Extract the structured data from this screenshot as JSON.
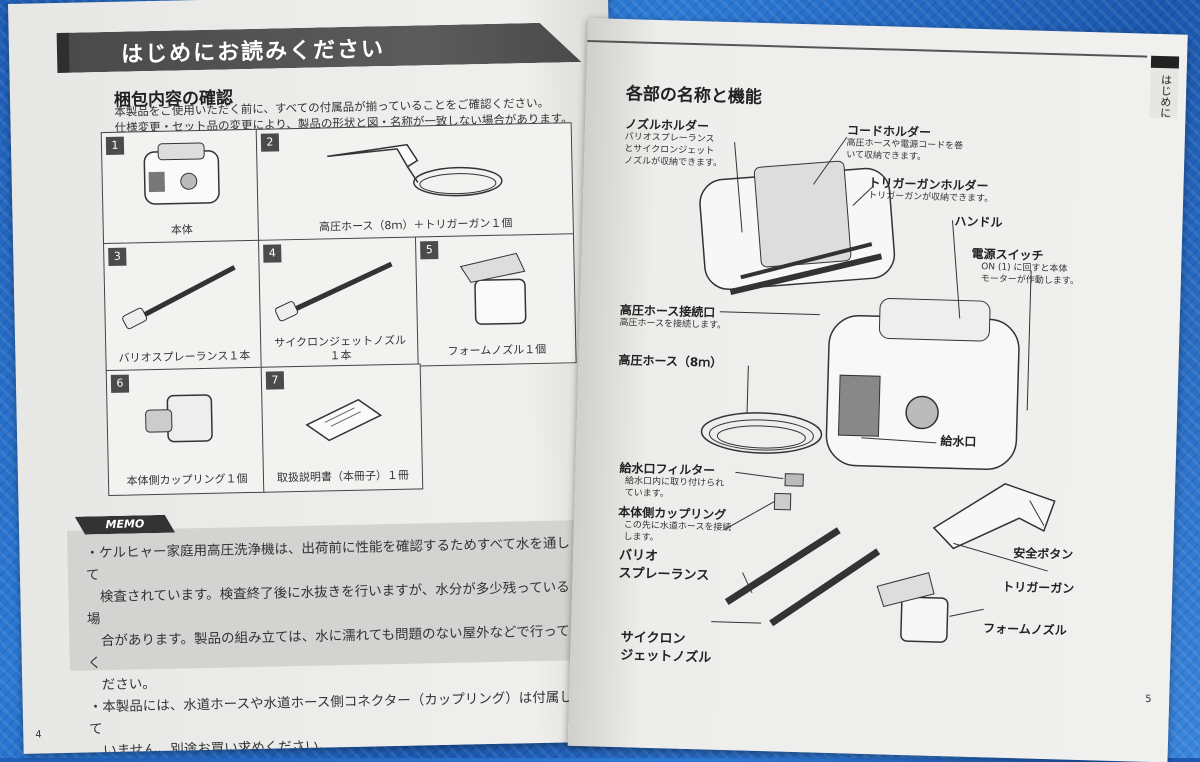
{
  "left": {
    "banner_title": "はじめにお読みください",
    "section_title": "梱包内容の確認",
    "intro_lines": [
      "本製品をご使用いただく前に、すべての付属品が揃っていることをご確認ください。",
      "仕様変更・セット品の変更により、製品の形状と図・名称が一致しない場合があります。"
    ],
    "items": [
      {
        "num": "1",
        "caption": "本体"
      },
      {
        "num": "2",
        "caption": "高圧ホース（8ｍ）＋トリガーガン１個"
      },
      {
        "num": "3",
        "caption": "バリオスプレーランス１本"
      },
      {
        "num": "4",
        "caption": "サイクロンジェットノズル\n１本"
      },
      {
        "num": "5",
        "caption": "フォームノズル１個"
      },
      {
        "num": "6",
        "caption": "本体側カップリング１個"
      },
      {
        "num": "7",
        "caption": "取扱説明書（本冊子）１冊"
      }
    ],
    "memo_label": "MEMO",
    "memo_lines": [
      "・ケルヒャー家庭用高圧洗浄機は、出荷前に性能を確認するためすべて水を通して",
      "　検査されています。検査終了後に水抜きを行いますが、水分が多少残っている場",
      "　合があります。製品の組み立ては、水に濡れても問題のない屋外などで行ってく",
      "　ださい。",
      "・本製品には、水道ホースや水道ホース側コネクター（カップリング）は付属して",
      "　いません。別途お買い求めください。"
    ],
    "page_number": "4"
  },
  "right": {
    "side_tab": "はじめに",
    "section_title": "各部の名称と機能",
    "parts": {
      "nozzle_holder": {
        "title": "ノズルホルダー",
        "desc": [
          "バリオスプレーランス",
          "とサイクロンジェット",
          "ノズルが収納できます。"
        ]
      },
      "cord_holder": {
        "title": "コードホルダー",
        "desc": [
          "高圧ホースや電源コードを巻",
          "いて収納できます。"
        ]
      },
      "trigger_holder": {
        "title": "トリガーガンホルダー",
        "desc": [
          "トリガーガンが収納できます。"
        ]
      },
      "handle": {
        "title": "ハンドル"
      },
      "power_switch": {
        "title": "電源スイッチ",
        "desc": [
          "ON (1) に回すと本体",
          "モーターが作動します。"
        ]
      },
      "hose_port": {
        "title": "高圧ホース接続口",
        "desc": [
          "高圧ホースを接続します。"
        ]
      },
      "hose": {
        "title": "高圧ホース（8ｍ）"
      },
      "water_inlet": {
        "title": "給水口"
      },
      "inlet_filter": {
        "title": "給水口フィルター",
        "desc": [
          "給水口内に取り付けられ",
          "ています。"
        ]
      },
      "coupling": {
        "title": "本体側カップリング",
        "desc": [
          "この先に水道ホースを接続",
          "します。"
        ]
      },
      "vario_lance": {
        "title": [
          "バリオ",
          "スプレーランス"
        ]
      },
      "safety_button": {
        "title": "安全ボタン"
      },
      "trigger_gun": {
        "title": "トリガーガン"
      },
      "cyclone_nozzle": {
        "title": [
          "サイクロン",
          "ジェットノズル"
        ]
      },
      "foam_nozzle": {
        "title": "フォームノズル"
      }
    },
    "page_number": "5"
  }
}
